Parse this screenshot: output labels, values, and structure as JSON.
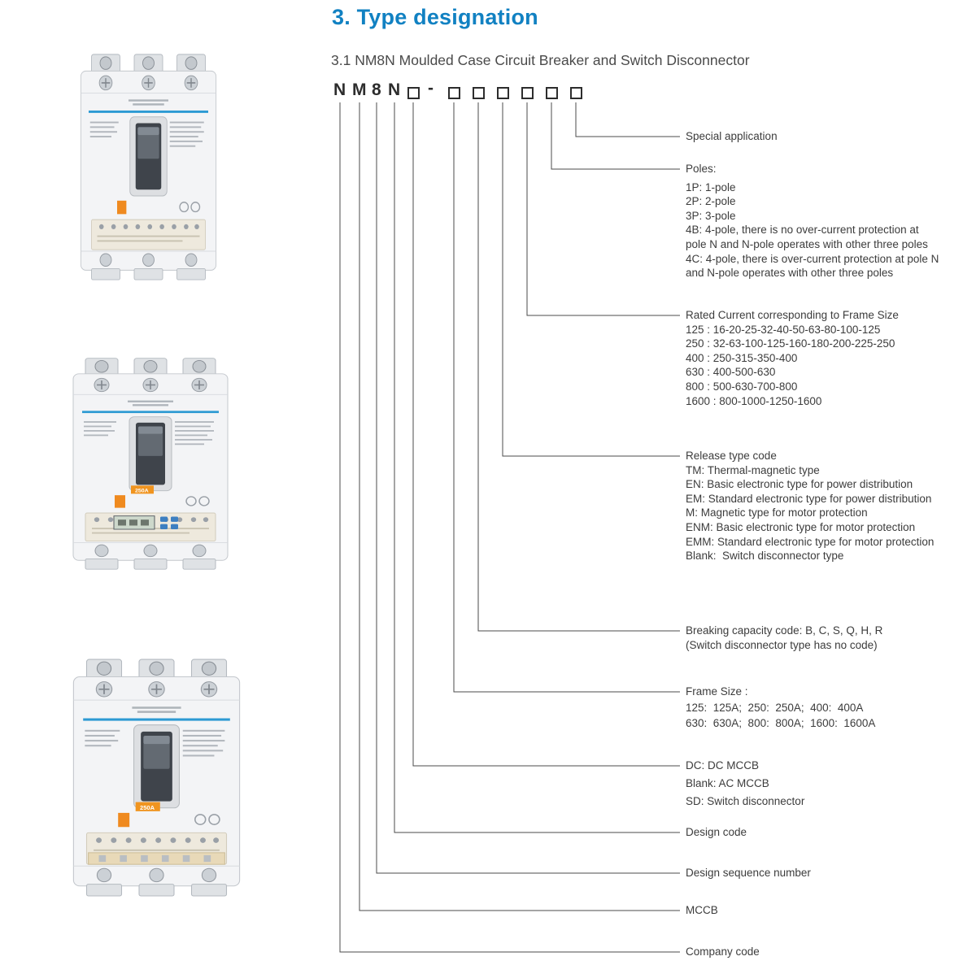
{
  "page": {
    "title": "3. Type designation",
    "subtitle": "3.1 NM8N Moulded Case Circuit Breaker and Switch Disconnector"
  },
  "code": {
    "letters": [
      "N",
      "M",
      "8",
      "N"
    ],
    "separator": "-"
  },
  "designations": [
    {
      "name": "special-application",
      "lines": [
        "Special application"
      ]
    },
    {
      "name": "poles",
      "lines": [
        "Poles:",
        "1P: 1-pole",
        "2P: 2-pole",
        "3P: 3-pole",
        "4B: 4-pole, there is no over-current protection at",
        "pole N and N-pole operates with other three poles",
        "4C: 4-pole, there is over-current protection at pole N",
        "and N-pole operates with other three poles"
      ]
    },
    {
      "name": "rated-current",
      "lines": [
        "Rated Current corresponding to Frame Size",
        "125 : 16-20-25-32-40-50-63-80-100-125",
        "250 : 32-63-100-125-160-180-200-225-250",
        "400 : 250-315-350-400",
        "630 : 400-500-630",
        "800 : 500-630-700-800",
        "1600 : 800-1000-1250-1600"
      ]
    },
    {
      "name": "release-type-code",
      "lines": [
        "Release type code",
        "TM: Thermal-magnetic type",
        "EN: Basic electronic type for power distribution",
        "EM: Standard electronic type for power distribution",
        "M: Magnetic type for motor protection",
        "ENM: Basic electronic type for motor protection",
        "EMM: Standard electronic type for motor protection",
        "Blank:  Switch disconnector type"
      ]
    },
    {
      "name": "breaking-capacity-code",
      "lines": [
        "Breaking capacity code: B, C, S, Q, H, R",
        "(Switch disconnector type has no code)"
      ]
    },
    {
      "name": "frame-size",
      "lines": [
        "Frame Size :",
        "125:  125A;  250:  250A;  400:  400A",
        "630:  630A;  800:  800A;  1600:  1600A"
      ]
    },
    {
      "name": "current-type",
      "lines": [
        "DC: DC MCCB",
        "Blank: AC MCCB",
        "SD: Switch disconnector"
      ]
    },
    {
      "name": "design-code",
      "lines": [
        "Design code"
      ]
    },
    {
      "name": "design-sequence-number",
      "lines": [
        "Design sequence number"
      ]
    },
    {
      "name": "mccb",
      "lines": [
        "MCCB"
      ]
    },
    {
      "name": "company-code",
      "lines": [
        "Company code"
      ]
    }
  ],
  "breakers": {
    "rating_label": "250A"
  }
}
